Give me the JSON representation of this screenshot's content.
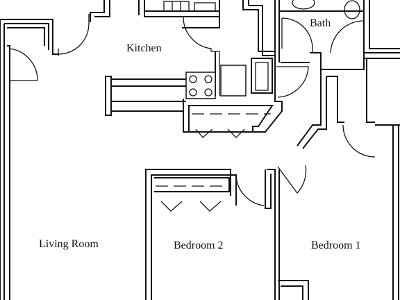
{
  "rooms": {
    "kitchen": "Kitchen",
    "bath": "Bath",
    "living_room": "Living Room",
    "bedroom_2": "Bedroom 2",
    "bedroom_1": "Bedroom 1"
  }
}
